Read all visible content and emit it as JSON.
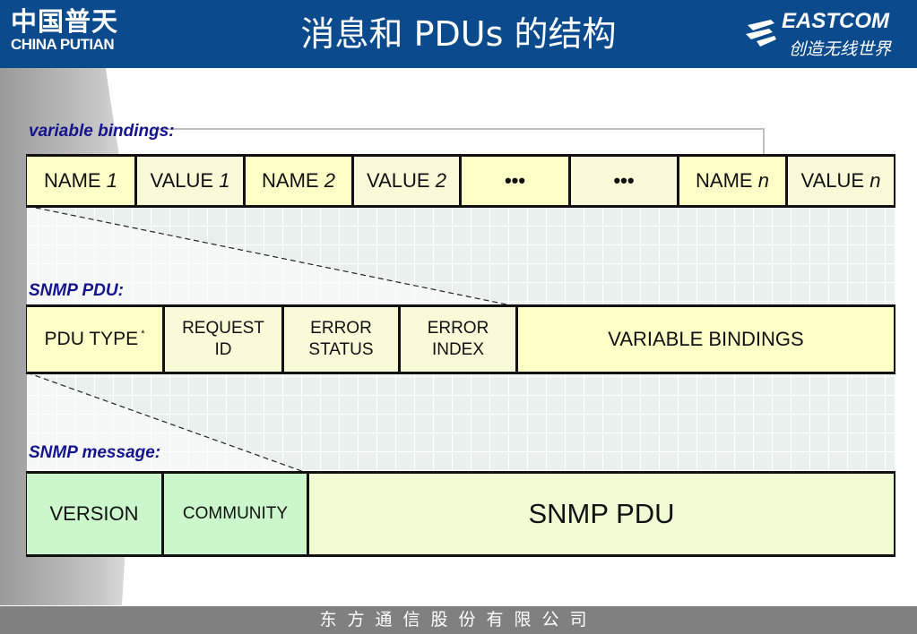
{
  "header": {
    "logo_left_cn": "中国普天",
    "logo_left_en": "CHINA PUTIAN",
    "title": "消息和 PDUs 的结构",
    "logo_right_en": "EASTCOM",
    "logo_right_cn": "创造无线世界",
    "background_color": "#0b4a8c"
  },
  "sections": {
    "variable_bindings": {
      "label": "variable bindings:",
      "cells": [
        {
          "name": "NAME",
          "index": "1"
        },
        {
          "name": "VALUE",
          "index": "1"
        },
        {
          "name": "NAME",
          "index": "2"
        },
        {
          "name": "VALUE",
          "index": "2"
        },
        {
          "name": "•••",
          "index": ""
        },
        {
          "name": "•••",
          "index": ""
        },
        {
          "name": "NAME",
          "index": "n"
        },
        {
          "name": "VALUE",
          "index": "n"
        }
      ]
    },
    "snmp_pdu": {
      "label": "SNMP PDU:",
      "cells": [
        "PDU TYPE",
        "REQUEST\nID",
        "ERROR\nSTATUS",
        "ERROR\nINDEX",
        "VARIABLE BINDINGS"
      ],
      "pdu_type_marker": "*"
    },
    "snmp_message": {
      "label": "SNMP message:",
      "cells": [
        "VERSION",
        "COMMUNITY",
        "SNMP PDU"
      ]
    }
  },
  "footer": {
    "text": "东方通信股份有限公司"
  }
}
